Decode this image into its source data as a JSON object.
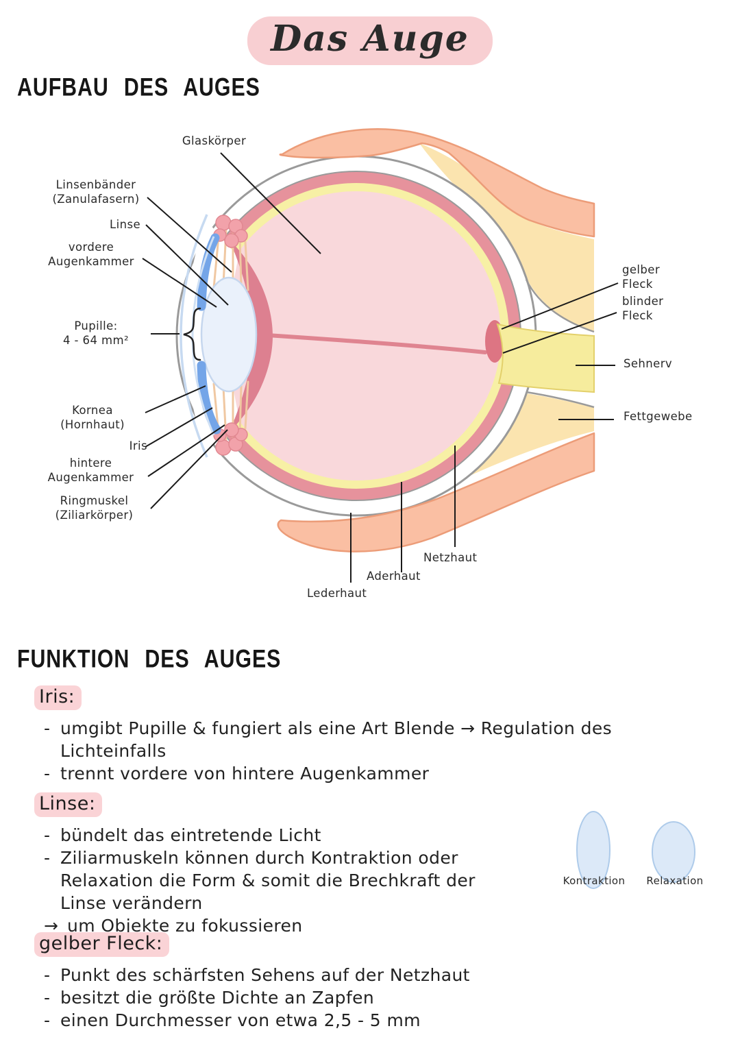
{
  "page": {
    "title": "Das Auge"
  },
  "aufbau": {
    "heading": "AUFBAU DES AUGES",
    "labels": {
      "glaskoerper": {
        "line1": "Glaskörper"
      },
      "linsenbaender": {
        "line1": "Linsenbänder",
        "line2": "(Zanulafasern)"
      },
      "linse": {
        "line1": "Linse"
      },
      "vordere_augenkammer": {
        "line1": "vordere",
        "line2": "Augenkammer"
      },
      "pupille": {
        "line1": "Pupille:",
        "line2": "4 - 64 mm²"
      },
      "kornea": {
        "line1": "Kornea",
        "line2": "(Hornhaut)"
      },
      "iris": {
        "line1": "Iris"
      },
      "hintere_augenkammer": {
        "line1": "hintere",
        "line2": "Augenkammer"
      },
      "ringmuskel": {
        "line1": "Ringmuskel",
        "line2": "(Ziliarkörper)"
      },
      "gelber_fleck": {
        "line1": "gelber",
        "line2": "Fleck"
      },
      "blinder_fleck": {
        "line1": "blinder",
        "line2": "Fleck"
      },
      "sehnerv": {
        "line1": "Sehnerv"
      },
      "fettgewebe": {
        "line1": "Fettgewebe"
      },
      "netzhaut": {
        "line1": "Netzhaut"
      },
      "aderhaut": {
        "line1": "Aderhaut"
      },
      "lederhaut": {
        "line1": "Lederhaut"
      }
    }
  },
  "funktion": {
    "heading": "FUNKTION DES AUGES",
    "iris": {
      "title": "Iris:",
      "items": [
        {
          "m": "-",
          "t": "umgibt Pupille & fungiert als eine Art Blende → Regulation des Lichteinfalls"
        },
        {
          "m": "-",
          "t": "trennt vordere von hintere Augenkammer"
        }
      ]
    },
    "linse": {
      "title": "Linse:",
      "items": [
        {
          "m": "-",
          "t": "bündelt das eintretende Licht"
        },
        {
          "m": "-",
          "t": "Ziliarmuskeln können durch Kontraktion oder Relaxation die Form & somit die Brechkraft der Linse verändern"
        },
        {
          "m": "→",
          "t": "um Objekte zu fokussieren"
        }
      ],
      "figure": {
        "left_label": "Kontraktion",
        "right_label": "Relaxation"
      }
    },
    "gelber_fleck": {
      "title": "gelber Fleck:",
      "items": [
        {
          "m": "-",
          "t": "Punkt des schärfsten Sehens auf der Netzhaut"
        },
        {
          "m": "-",
          "t": "besitzt die größte Dichte an Zapfen"
        },
        {
          "m": "-",
          "t": "einen Durchmesser von etwa 2,5 - 5 mm"
        }
      ]
    }
  },
  "colors": {
    "highlight_pink": "#F8CFD2",
    "ink": "#222222",
    "muscle_salmon": "#FABFA3",
    "fat_cream": "#FBE4AF",
    "nerve_yellow": "#F6EC9D",
    "choroid_pink": "#E6929C",
    "retina_yellow": "#F7F0A5",
    "vitreous_pink": "#F9D8DB",
    "lens_blue": "#EAF1FB",
    "iris_blue": "#74A5E8"
  }
}
